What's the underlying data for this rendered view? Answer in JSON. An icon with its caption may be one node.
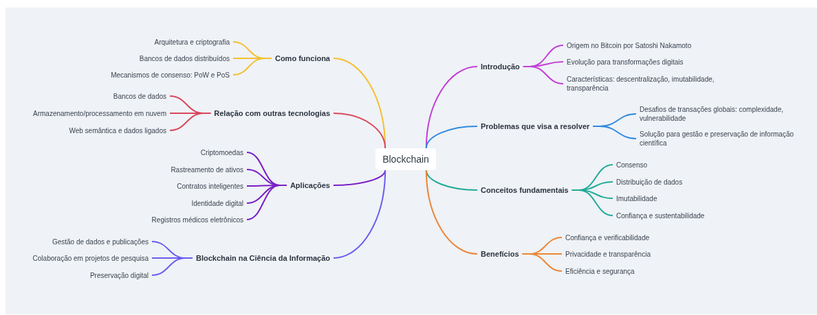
{
  "diagram": {
    "nodes": [
      {
        "text": [
          "Blockchain"
        ]
      },
      {
        "text": [
          "Como funciona"
        ]
      },
      {
        "text": [
          "Arquitetura e criptografia"
        ]
      },
      {
        "text": [
          "Bancos de dados distribuídos"
        ]
      },
      {
        "text": [
          "Mecanismos de consenso: PoW e PoS"
        ]
      },
      {
        "text": [
          "Relação com outras tecnologias"
        ]
      },
      {
        "text": [
          "Bancos de dados"
        ]
      },
      {
        "text": [
          "Armazenamento/processamento em nuvem"
        ]
      },
      {
        "text": [
          "Web semântica e dados ligados"
        ]
      },
      {
        "text": [
          "Aplicações"
        ]
      },
      {
        "text": [
          "Criptomoedas"
        ]
      },
      {
        "text": [
          "Rastreamento de ativos"
        ]
      },
      {
        "text": [
          "Contratos inteligentes"
        ]
      },
      {
        "text": [
          "Identidade digital"
        ]
      },
      {
        "text": [
          "Registros médicos eletrônicos"
        ]
      },
      {
        "text": [
          "Blockchain na Ciência da Informação"
        ]
      },
      {
        "text": [
          "Gestão de dados e publicações"
        ]
      },
      {
        "text": [
          "Colaboração em projetos de pesquisa"
        ]
      },
      {
        "text": [
          "Preservação digital"
        ]
      },
      {
        "text": [
          "Introdução"
        ]
      },
      {
        "text": [
          "Origem no Bitcoin por Satoshi Nakamoto"
        ]
      },
      {
        "text": [
          "Evolução para transformações digitais"
        ]
      },
      {
        "text": [
          "Características: descentralização, imutabilidade, transparência"
        ]
      },
      {
        "text": [
          "Problemas que visa a resolver"
        ]
      },
      {
        "text": [
          "Desafios de transações globais: complexidade, vulnerabilidade"
        ]
      },
      {
        "text": [
          "Solução para gestão e preservação de informação científica"
        ]
      },
      {
        "text": [
          "Conceitos fundamentais"
        ]
      },
      {
        "text": [
          "Consenso"
        ]
      },
      {
        "text": [
          "Distribuição de dados"
        ]
      },
      {
        "text": [
          "Imutabilidade"
        ]
      },
      {
        "text": [
          "Confiança e sustentabilidade"
        ]
      },
      {
        "text": [
          "Benefícios"
        ]
      },
      {
        "text": [
          "Confiança e verificabilidade"
        ]
      },
      {
        "text": [
          "Privacidade e transparência"
        ]
      },
      {
        "text": [
          "Eficiência e segurança"
        ]
      }
    ],
    "edges": [
      {
        "from": 0,
        "to": 1,
        "arrow": "none",
        "color": "#f5bf2f"
      },
      {
        "from": 1,
        "to": 2,
        "arrow": "none",
        "color": "#f5bf2f"
      },
      {
        "from": 1,
        "to": 3,
        "arrow": "none",
        "color": "#f5bf2f"
      },
      {
        "from": 1,
        "to": 4,
        "arrow": "none",
        "color": "#f5bf2f"
      },
      {
        "from": 0,
        "to": 5,
        "arrow": "none",
        "color": "#d9475c"
      },
      {
        "from": 5,
        "to": 6,
        "arrow": "none",
        "color": "#d9475c"
      },
      {
        "from": 5,
        "to": 7,
        "arrow": "none",
        "color": "#d9475c"
      },
      {
        "from": 5,
        "to": 8,
        "arrow": "none",
        "color": "#d9475c"
      },
      {
        "from": 0,
        "to": 9,
        "arrow": "none",
        "color": "#7a1fc4"
      },
      {
        "from": 9,
        "to": 10,
        "arrow": "none",
        "color": "#7a1fc4"
      },
      {
        "from": 9,
        "to": 11,
        "arrow": "none",
        "color": "#7a1fc4"
      },
      {
        "from": 9,
        "to": 12,
        "arrow": "none",
        "color": "#7a1fc4"
      },
      {
        "from": 9,
        "to": 13,
        "arrow": "none",
        "color": "#7a1fc4"
      },
      {
        "from": 9,
        "to": 14,
        "arrow": "none",
        "color": "#7a1fc4"
      },
      {
        "from": 0,
        "to": 15,
        "arrow": "none",
        "color": "#6a5cf2"
      },
      {
        "from": 15,
        "to": 16,
        "arrow": "none",
        "color": "#6a5cf2"
      },
      {
        "from": 15,
        "to": 17,
        "arrow": "none",
        "color": "#6a5cf2"
      },
      {
        "from": 15,
        "to": 18,
        "arrow": "none",
        "color": "#6a5cf2"
      },
      {
        "from": 0,
        "to": 19,
        "arrow": "none",
        "color": "#c23fd6"
      },
      {
        "from": 19,
        "to": 20,
        "arrow": "none",
        "color": "#c23fd6"
      },
      {
        "from": 19,
        "to": 21,
        "arrow": "none",
        "color": "#c23fd6"
      },
      {
        "from": 19,
        "to": 22,
        "arrow": "none",
        "color": "#c23fd6"
      },
      {
        "from": 0,
        "to": 23,
        "arrow": "none",
        "color": "#2e8ae0"
      },
      {
        "from": 23,
        "to": 24,
        "arrow": "none",
        "color": "#2e8ae0"
      },
      {
        "from": 23,
        "to": 25,
        "arrow": "none",
        "color": "#2e8ae0"
      },
      {
        "from": 0,
        "to": 26,
        "arrow": "none",
        "color": "#1fab98"
      },
      {
        "from": 26,
        "to": 27,
        "arrow": "none",
        "color": "#1fab98"
      },
      {
        "from": 26,
        "to": 28,
        "arrow": "none",
        "color": "#1fab98"
      },
      {
        "from": 26,
        "to": 29,
        "arrow": "none",
        "color": "#1fab98"
      },
      {
        "from": 26,
        "to": 30,
        "arrow": "none",
        "color": "#1fab98"
      },
      {
        "from": 0,
        "to": 31,
        "arrow": "none",
        "color": "#ec8537"
      },
      {
        "from": 31,
        "to": 32,
        "arrow": "none",
        "color": "#ec8537"
      },
      {
        "from": 31,
        "to": 33,
        "arrow": "none",
        "color": "#ec8537"
      },
      {
        "from": 31,
        "to": 34,
        "arrow": "none",
        "color": "#ec8537"
      }
    ]
  }
}
